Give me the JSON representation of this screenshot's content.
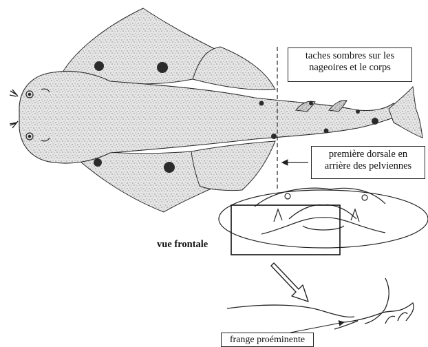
{
  "labels": {
    "taches_line1": "taches sombres sur les",
    "taches_line2": "nageoires et le corps",
    "dorsale_line1": "première dorsale en",
    "dorsale_line2": "arrière des pelviennes",
    "vue_frontale": "vue frontale",
    "frange": "frange proéminente"
  },
  "colors": {
    "body_fill": "#e2e2e2",
    "outline": "#2a2a2a",
    "spot": "#2b2b2b",
    "speckle": "#555555"
  },
  "icons": [
    "shark-body-icon",
    "dorsal-fin-icon",
    "caudal-fin-icon",
    "frontal-view-head-icon",
    "arrow-down-right-icon",
    "fringe-detail-icon"
  ]
}
